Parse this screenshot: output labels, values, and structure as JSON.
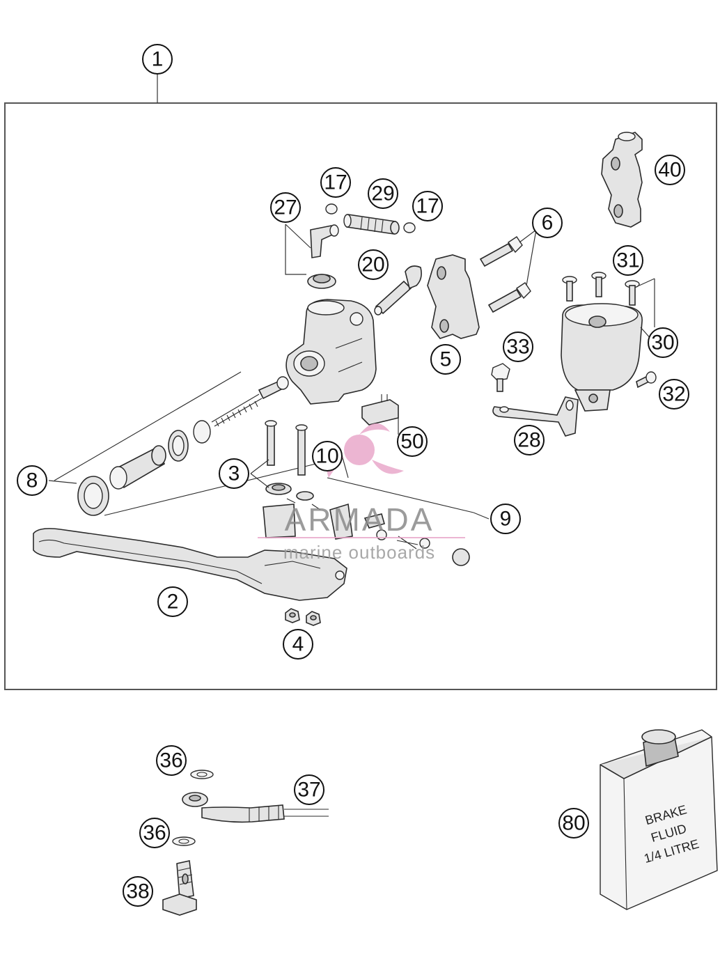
{
  "callouts": [
    {
      "id": "1",
      "label": "1"
    },
    {
      "id": "2",
      "label": "2"
    },
    {
      "id": "3",
      "label": "3"
    },
    {
      "id": "4",
      "label": "4"
    },
    {
      "id": "5",
      "label": "5"
    },
    {
      "id": "6",
      "label": "6"
    },
    {
      "id": "8",
      "label": "8"
    },
    {
      "id": "9",
      "label": "9"
    },
    {
      "id": "10",
      "label": "10"
    },
    {
      "id": "17a",
      "label": "17"
    },
    {
      "id": "17b",
      "label": "17"
    },
    {
      "id": "20",
      "label": "20"
    },
    {
      "id": "27",
      "label": "27"
    },
    {
      "id": "28",
      "label": "28"
    },
    {
      "id": "29",
      "label": "29"
    },
    {
      "id": "30",
      "label": "30"
    },
    {
      "id": "31",
      "label": "31"
    },
    {
      "id": "32",
      "label": "32"
    },
    {
      "id": "33",
      "label": "33"
    },
    {
      "id": "36a",
      "label": "36"
    },
    {
      "id": "36b",
      "label": "36"
    },
    {
      "id": "37",
      "label": "37"
    },
    {
      "id": "38",
      "label": "38"
    },
    {
      "id": "40",
      "label": "40"
    },
    {
      "id": "50",
      "label": "50"
    },
    {
      "id": "80",
      "label": "80"
    }
  ],
  "jug_label": [
    "BRAKE",
    "FLUID",
    "1/4 LITRE"
  ],
  "watermark": {
    "brand": "ARMADA",
    "tagline": "marine outboards",
    "color": "#e8a3c7"
  }
}
